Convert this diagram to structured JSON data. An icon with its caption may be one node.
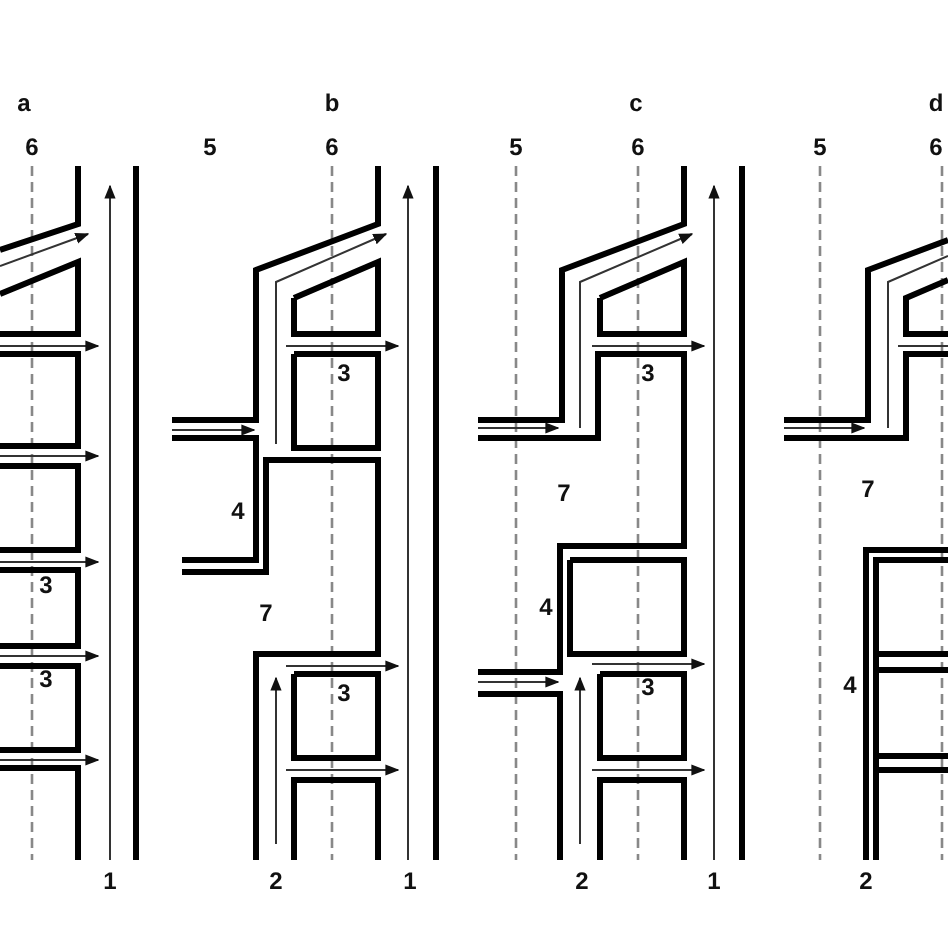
{
  "diagram": {
    "labels": [
      "a",
      "6",
      "3",
      "3",
      "1",
      "b",
      "5",
      "6",
      "3",
      "4",
      "7",
      "3",
      "2",
      "1",
      "c",
      "5",
      "6",
      "3",
      "7",
      "4",
      "3",
      "2",
      "1",
      "d",
      "5",
      "6",
      "7",
      "4",
      "2"
    ]
  }
}
